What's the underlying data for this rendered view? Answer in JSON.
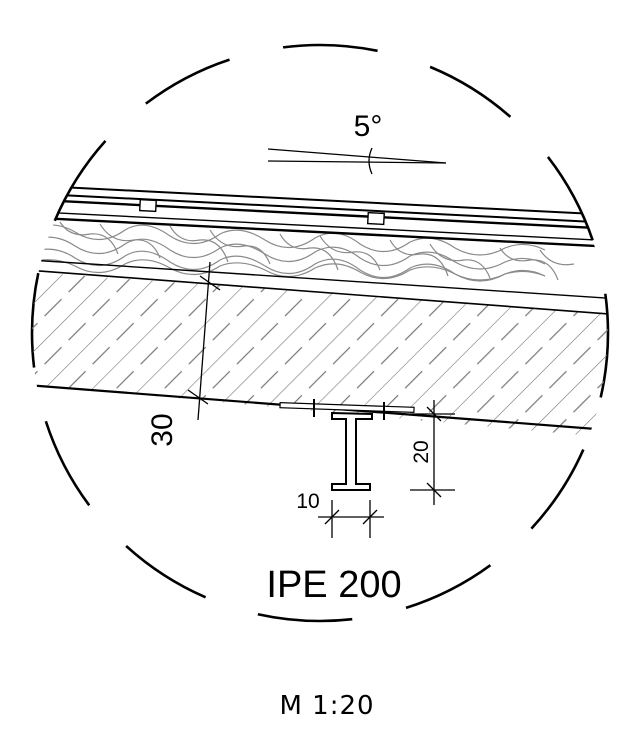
{
  "angle": {
    "label": "5°"
  },
  "dimensions": {
    "slab_thickness": "30",
    "beam_height": "20",
    "flange_width": "10"
  },
  "beam": {
    "label": "IPE 200"
  },
  "scale": {
    "label": "M 1:20"
  }
}
